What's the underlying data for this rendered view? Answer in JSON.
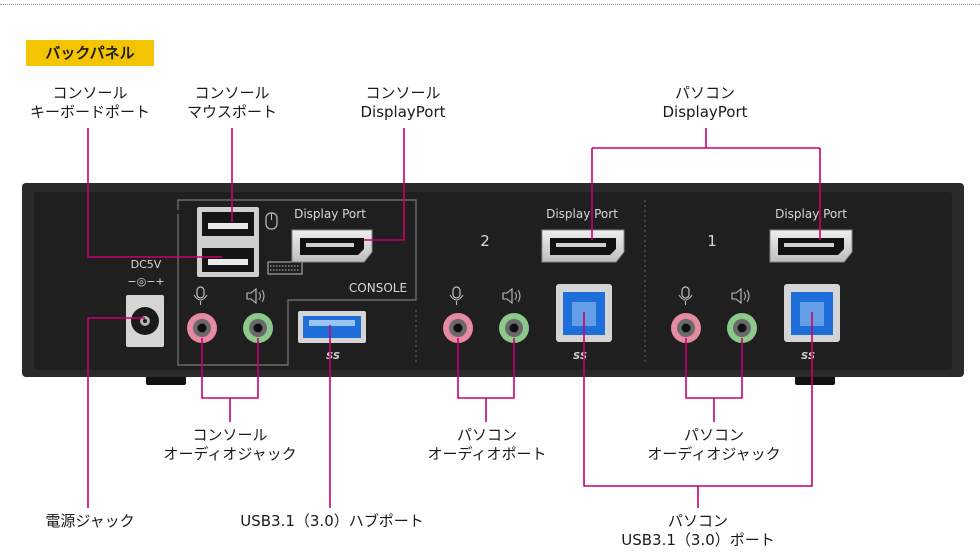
{
  "section_tag": "バックパネル",
  "callouts": {
    "console_keyboard": [
      "コンソール",
      "キーボードポート"
    ],
    "console_mouse": [
      "コンソール",
      "マウスポート"
    ],
    "console_displayport": [
      "コンソール",
      "DisplayPort"
    ],
    "pc_displayport": [
      "パソコン",
      "DisplayPort"
    ],
    "console_audio": [
      "コンソール",
      "オーディオジャック"
    ],
    "pc_audio_2": [
      "パソコン",
      "オーディオポート"
    ],
    "pc_audio_1": [
      "パソコン",
      "オーディオジャック"
    ],
    "dc_jack": [
      "電源ジャック"
    ],
    "usb_hub": [
      "USB3.1（3.0）ハブポート"
    ],
    "pc_usb": [
      "パソコン",
      "USB3.1（3.0）ポート"
    ]
  },
  "panel": {
    "display_port_label": "Display Port",
    "console_label": "CONSOLE",
    "dc_label": "DC5V",
    "dc_polarity": "−◎−+",
    "port_number_2": "2",
    "port_number_1": "1",
    "ss_logo": "SS"
  },
  "colors": {
    "leader_line": "#c8006f",
    "tag_bg": "#f5c400",
    "usb_blue": "#1e6fd9",
    "mic_pink": "#e58aa0",
    "speaker_green": "#8cc98a",
    "panel_body": "#1f1f1f"
  }
}
